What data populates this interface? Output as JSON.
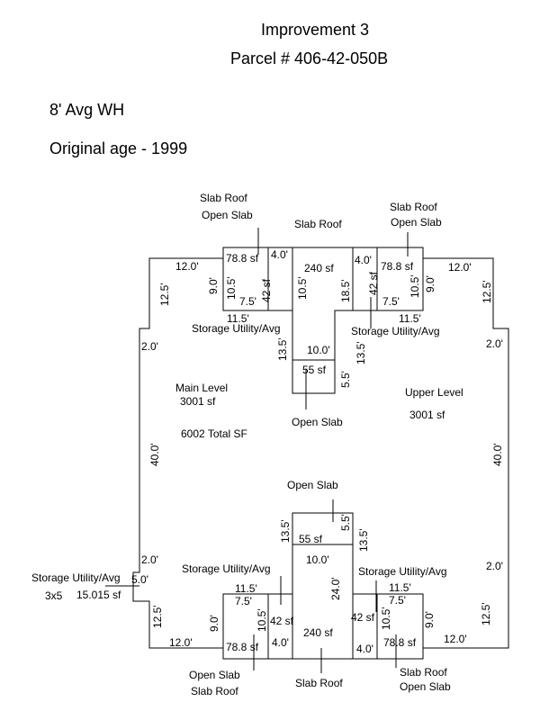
{
  "header": {
    "title": "Improvement 3",
    "parcel": "Parcel # 406-42-050B",
    "wall_height": "8' Avg WH",
    "age": "Original age - 1999"
  },
  "labels": {
    "slab_roof_open_slab": "Slab Roof",
    "open_slab": "Open Slab",
    "slab_roof": "Slab Roof",
    "storage": "Storage Utility/Avg",
    "main_level": "Main Level",
    "main_sf": "3001 sf",
    "total_sf": "6002 Total SF",
    "upper_level": "Upper Level",
    "upper_sf": "3001 sf",
    "storage_size": "3x5",
    "storage_area": "15.015 sf"
  },
  "dims": {
    "d12_0": "12.0'",
    "d12_5": "12.5'",
    "d2_0": "2.0'",
    "d40_0": "40.0'",
    "d9_0": "9.0'",
    "d10_5": "10.5'",
    "d7_5": "7.5'",
    "d11_5": "11.5'",
    "d4_0": "4.0'",
    "d18_5": "18.5'",
    "d13_5": "13.5'",
    "d10_0": "10.0'",
    "d5_5": "5.5'",
    "d24_0": "24.0'",
    "d5_0": "5.0'",
    "sf78": "78.8 sf",
    "sf240": "240 sf",
    "sf42": "42 sf",
    "sf55": "55 sf"
  }
}
